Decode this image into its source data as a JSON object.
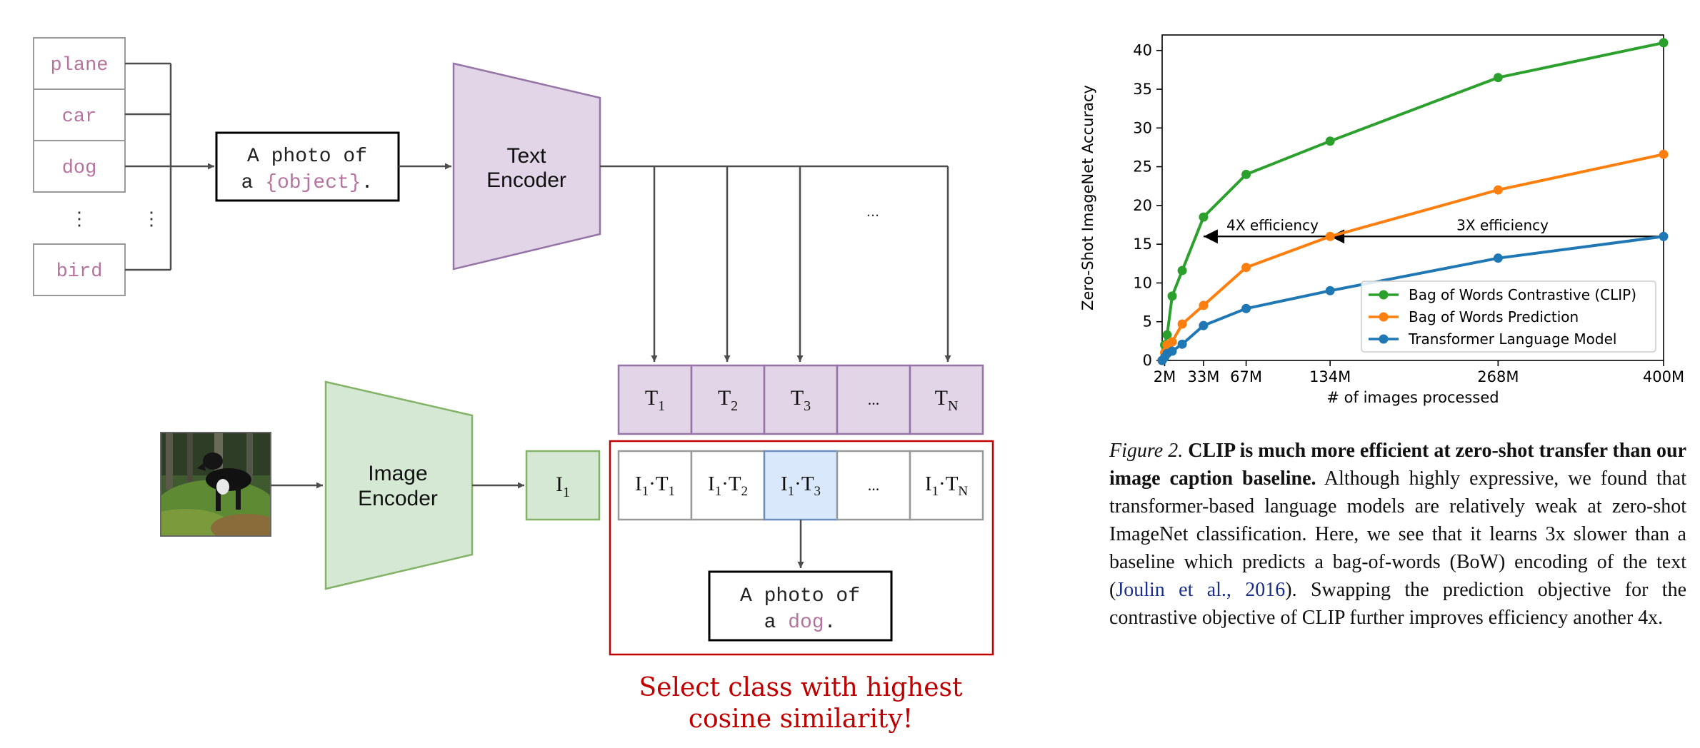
{
  "diagram": {
    "classes": [
      "plane",
      "car",
      "dog",
      "⋮",
      "bird"
    ],
    "class_dots": "⋮",
    "prompt_template": {
      "prefix_line1": "A photo of",
      "prefix_line2": "a ",
      "object": "{object}",
      "suffix": "."
    },
    "text_encoder": {
      "line1": "Text",
      "line2": "Encoder"
    },
    "image_encoder": {
      "line1": "Image",
      "line2": "Encoder"
    },
    "text_tokens": [
      "T",
      "T",
      "T",
      "...",
      "T"
    ],
    "text_token_subs": [
      "1",
      "2",
      "3",
      "",
      "N"
    ],
    "ellipsis": "...",
    "image_token": "I",
    "image_token_sub": "1",
    "dot_products": [
      {
        "a": "I",
        "as": "1",
        "b": "T",
        "bs": "1"
      },
      {
        "a": "I",
        "as": "1",
        "b": "T",
        "bs": "2"
      },
      {
        "a": "I",
        "as": "1",
        "b": "T",
        "bs": "3"
      },
      {
        "a": "...",
        "as": "",
        "b": "",
        "bs": ""
      },
      {
        "a": "I",
        "as": "1",
        "b": "T",
        "bs": "N"
      }
    ],
    "result": {
      "line1": "A photo of",
      "line2_prefix": "a ",
      "object": "dog",
      "suffix": "."
    },
    "select_note": {
      "line1": "Select class with highest",
      "line2": "cosine similarity!"
    },
    "colors": {
      "text_encoder": "#e1d5e7",
      "text_encoder_border": "#9673a6",
      "image_encoder": "#d5e8d4",
      "image_encoder_border": "#82b366",
      "highlight": "#dae8fc",
      "highlight_border": "#6c8ebf",
      "select_red": "#c00000",
      "class_purple": "#b5739d"
    }
  },
  "chart_data": {
    "type": "line",
    "ylabel": "Zero-Shot ImageNet Accuracy",
    "xlabel": "# of images processed",
    "xlim": [
      0,
      400
    ],
    "ylim": [
      0,
      42
    ],
    "x_ticks": [
      2,
      33,
      67,
      134,
      268,
      400
    ],
    "x_tick_labels": [
      "2M",
      "33M",
      "67M",
      "134M",
      "268M",
      "400M"
    ],
    "y_ticks": [
      0,
      5,
      10,
      15,
      20,
      25,
      30,
      35,
      40
    ],
    "y_tick_labels": [
      "0",
      "5",
      "10",
      "15",
      "20",
      "25",
      "30",
      "35",
      "40"
    ],
    "legend_position": "lower-right",
    "grid": false,
    "series": [
      {
        "name": "Bag of Words Contrastive (CLIP)",
        "color": "#2ca02c",
        "x": [
          0,
          2,
          4,
          8,
          16,
          33,
          67,
          134,
          268,
          400
        ],
        "y": [
          0,
          2.0,
          3.3,
          8.3,
          11.6,
          18.5,
          24.0,
          28.3,
          36.5,
          41.0
        ]
      },
      {
        "name": "Bag of Words Prediction",
        "color": "#ff7f0e",
        "x": [
          0,
          2,
          4,
          8,
          16,
          33,
          67,
          134,
          268,
          400
        ],
        "y": [
          0,
          1.0,
          2.0,
          2.4,
          4.7,
          7.1,
          12.0,
          16.0,
          22.0,
          26.6
        ]
      },
      {
        "name": "Transformer Language Model",
        "color": "#1f77b4",
        "x": [
          0,
          2,
          4,
          8,
          16,
          33,
          67,
          134,
          268,
          400
        ],
        "y": [
          0,
          0.4,
          0.9,
          1.2,
          2.1,
          4.5,
          6.7,
          9.0,
          13.2,
          16.0
        ]
      }
    ],
    "annotations": [
      {
        "text": "4X efficiency",
        "from": [
          134,
          16
        ],
        "to": [
          33,
          16
        ]
      },
      {
        "text": "3X efficiency",
        "from": [
          400,
          16
        ],
        "to": [
          134,
          16
        ]
      }
    ]
  },
  "caption": {
    "fig_label": "Figure 2.",
    "title": "CLIP is much more efficient at zero-shot transfer than our image caption baseline.",
    "body_part1": "Although highly expressive, we found that transformer-based language models are relatively weak at zero-shot ImageNet classification. Here, we see that it learns 3x slower than a baseline which predicts a bag-of-words (BoW) encoding of the text (",
    "citation": "Joulin et al., 2016",
    "body_part2": "). Swapping the prediction objective for the contrastive objective of CLIP further improves efficiency another 4x."
  }
}
